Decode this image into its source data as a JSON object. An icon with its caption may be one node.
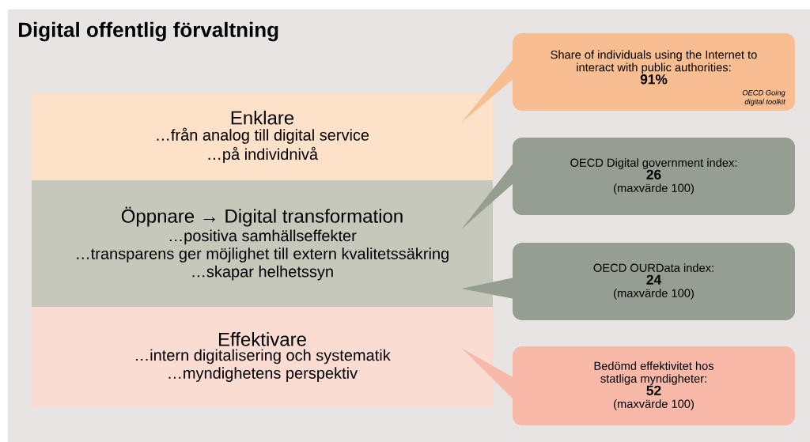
{
  "diagram": {
    "title": "Digital offentlig förvaltning",
    "nodes": [
      {
        "text": [
          "Enklare",
          "…från analog till digital service",
          "…på individnivå"
        ]
      },
      {
        "text": [
          "Öppnare → Digital transformation",
          "…positiva samhällseffekter",
          "…transparens ger möjlighet till extern kvalitetssäkring",
          "…skapar helhetssyn"
        ]
      },
      {
        "text": [
          "Effektivare",
          "…intern digitalisering och systematik",
          "…myndighetens perspektiv"
        ]
      },
      {
        "text": [
          "Share of individuals using the Internet to interact with public authorities:",
          "91%",
          "OECD Going digital toolkit"
        ]
      },
      {
        "text": [
          "OECD Digital government index:",
          "26",
          "(maxvärde 100)"
        ]
      },
      {
        "text": [
          "OECD OURData index:",
          "24",
          "(maxvärde 100)"
        ]
      },
      {
        "text": [
          "Bedömd effektivitet hos statliga myndigheter:",
          "52",
          "(maxvärde 100)"
        ]
      }
    ],
    "edges": [
      {
        "from": 3,
        "to": 0,
        "arrow": "to"
      },
      {
        "from": 4,
        "to": 1,
        "arrow": "to"
      },
      {
        "from": 5,
        "to": 1,
        "arrow": "to"
      },
      {
        "from": 6,
        "to": 2,
        "arrow": "to"
      }
    ]
  }
}
